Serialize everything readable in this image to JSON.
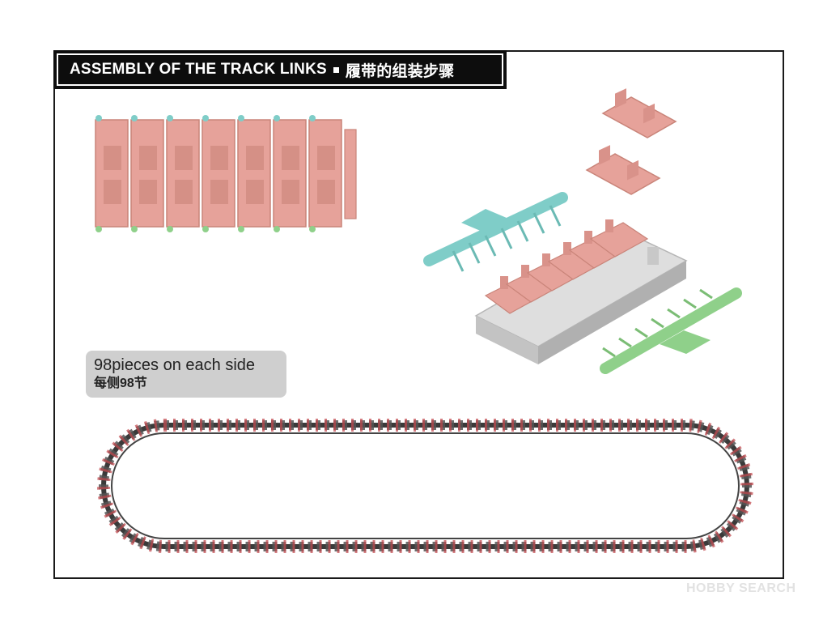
{
  "title": "ASSEMBLY OF THE TRACK LINKS",
  "title_zh": "履带的组装步骤",
  "count_en": "98pieces on each side",
  "count_zh": "每侧98节",
  "watermark": "HOBBY SEARCH",
  "colors": {
    "track_pink": "#e6a29a",
    "track_pink_dark": "#c98479",
    "pin_teal": "#7fcdc8",
    "pin_green": "#8fd08a",
    "jig_gray": "#cfcfcf",
    "track_chain": "#3a3a3a",
    "track_red": "#c0454a"
  },
  "icons": {
    "links_strip": "track-links-strip-icon",
    "assembly_jig": "assembly-jig-icon",
    "track_loop": "track-loop-icon"
  }
}
